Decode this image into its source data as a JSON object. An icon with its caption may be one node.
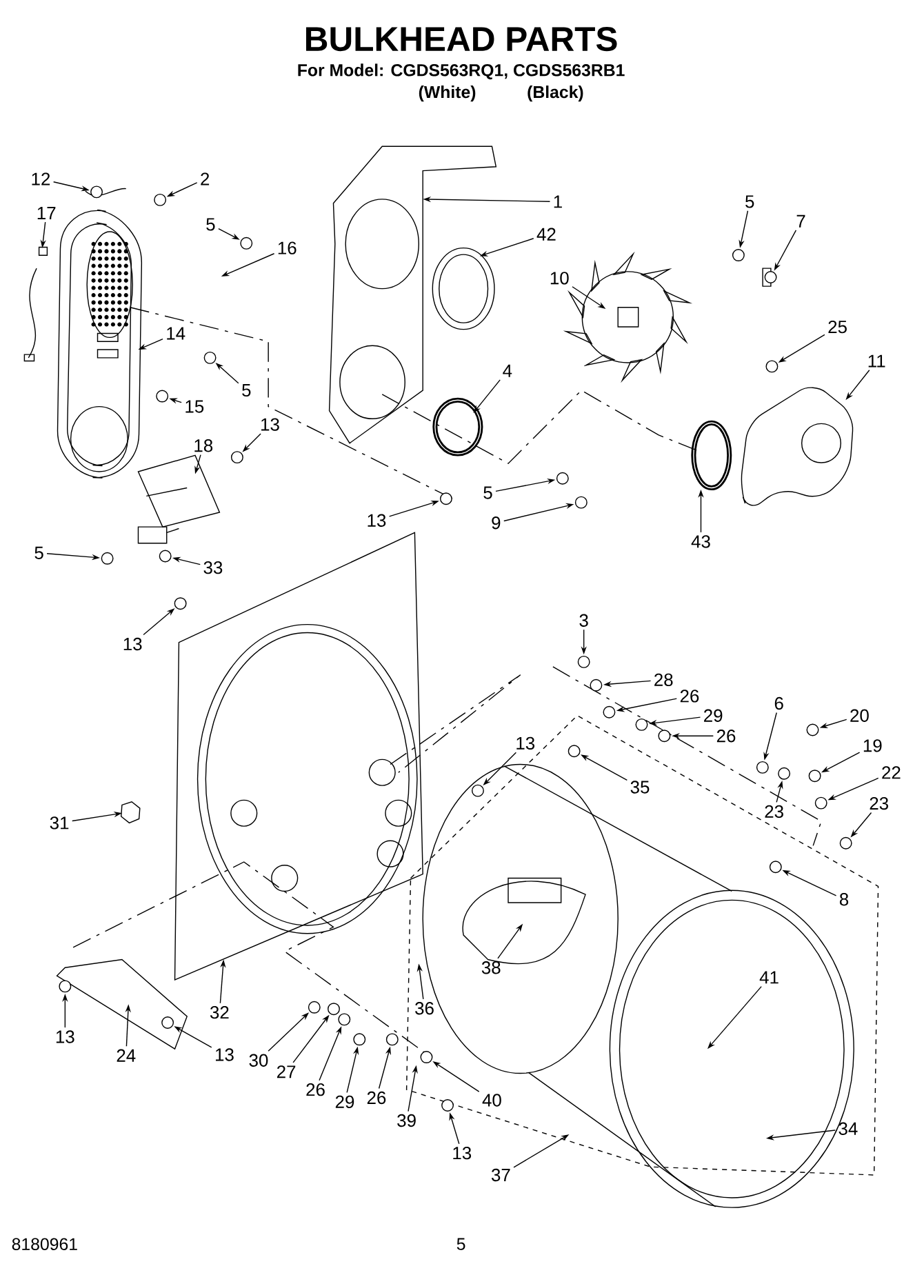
{
  "diagram": {
    "title": "BULKHEAD PARTS",
    "nodes": [
      {
        "text": [
          "1"
        ]
      },
      {
        "text": [
          "42"
        ]
      },
      {
        "text": [
          "12"
        ]
      },
      {
        "text": [
          "2"
        ]
      },
      {
        "text": [
          "17"
        ]
      },
      {
        "text": [
          "5"
        ]
      },
      {
        "text": [
          "16"
        ]
      },
      {
        "text": [
          "14"
        ]
      },
      {
        "text": [
          "5"
        ]
      },
      {
        "text": [
          "15"
        ]
      },
      {
        "text": [
          "13"
        ]
      },
      {
        "text": [
          "18"
        ]
      },
      {
        "text": [
          "5"
        ]
      },
      {
        "text": [
          "33"
        ]
      },
      {
        "text": [
          "13"
        ]
      },
      {
        "text": [
          "4"
        ]
      },
      {
        "text": [
          "5"
        ]
      },
      {
        "text": [
          "7"
        ]
      },
      {
        "text": [
          "10"
        ]
      },
      {
        "text": [
          "25"
        ]
      },
      {
        "text": [
          "11"
        ]
      },
      {
        "text": [
          "5"
        ]
      },
      {
        "text": [
          "9"
        ]
      },
      {
        "text": [
          "43"
        ]
      },
      {
        "text": [
          "13"
        ]
      },
      {
        "text": [
          "3"
        ]
      },
      {
        "text": [
          "28"
        ]
      },
      {
        "text": [
          "26"
        ]
      },
      {
        "text": [
          "29"
        ]
      },
      {
        "text": [
          "26"
        ]
      },
      {
        "text": [
          "6"
        ]
      },
      {
        "text": [
          "20"
        ]
      },
      {
        "text": [
          "23"
        ]
      },
      {
        "text": [
          "19"
        ]
      },
      {
        "text": [
          "22"
        ]
      },
      {
        "text": [
          "23"
        ]
      },
      {
        "text": [
          "13"
        ]
      },
      {
        "text": [
          "35"
        ]
      },
      {
        "text": [
          "31"
        ]
      },
      {
        "text": [
          "8"
        ]
      },
      {
        "text": [
          "38"
        ]
      },
      {
        "text": [
          "36"
        ]
      },
      {
        "text": [
          "41"
        ]
      },
      {
        "text": [
          "32"
        ]
      },
      {
        "text": [
          "13"
        ]
      },
      {
        "text": [
          "24"
        ]
      },
      {
        "text": [
          "13"
        ]
      },
      {
        "text": [
          "30"
        ]
      },
      {
        "text": [
          "27"
        ]
      },
      {
        "text": [
          "26"
        ]
      },
      {
        "text": [
          "29"
        ]
      },
      {
        "text": [
          "26"
        ]
      },
      {
        "text": [
          "39"
        ]
      },
      {
        "text": [
          "40"
        ]
      },
      {
        "text": [
          "13"
        ]
      },
      {
        "text": [
          "37"
        ]
      },
      {
        "text": [
          "34"
        ]
      }
    ],
    "edges": [
      {
        "from": 0,
        "to": null,
        "arrow": "to"
      },
      {
        "from": 1,
        "to": null,
        "arrow": "to"
      },
      {
        "from": 2,
        "to": null,
        "arrow": "to"
      },
      {
        "from": 3,
        "to": null,
        "arrow": "to"
      },
      {
        "from": 4,
        "to": null,
        "arrow": "to"
      },
      {
        "from": 5,
        "to": null,
        "arrow": "to"
      },
      {
        "from": 6,
        "to": null,
        "arrow": "to"
      },
      {
        "from": 7,
        "to": null,
        "arrow": "to"
      },
      {
        "from": 8,
        "to": null,
        "arrow": "to"
      },
      {
        "from": 9,
        "to": null,
        "arrow": "to"
      },
      {
        "from": 10,
        "to": null,
        "arrow": "to"
      },
      {
        "from": 11,
        "to": null,
        "arrow": "to"
      },
      {
        "from": 12,
        "to": null,
        "arrow": "to"
      },
      {
        "from": 13,
        "to": null,
        "arrow": "to"
      },
      {
        "from": 14,
        "to": null,
        "arrow": "to"
      },
      {
        "from": 15,
        "to": null,
        "arrow": "to"
      },
      {
        "from": 16,
        "to": null,
        "arrow": "to"
      },
      {
        "from": 17,
        "to": null,
        "arrow": "to"
      },
      {
        "from": 18,
        "to": null,
        "arrow": "to"
      },
      {
        "from": 19,
        "to": null,
        "arrow": "to"
      },
      {
        "from": 20,
        "to": null,
        "arrow": "to"
      },
      {
        "from": 21,
        "to": null,
        "arrow": "to"
      },
      {
        "from": 22,
        "to": null,
        "arrow": "to"
      },
      {
        "from": 23,
        "to": null,
        "arrow": "to"
      },
      {
        "from": 24,
        "to": null,
        "arrow": "to"
      },
      {
        "from": 25,
        "to": null,
        "arrow": "to"
      },
      {
        "from": 26,
        "to": null,
        "arrow": "to"
      },
      {
        "from": 27,
        "to": null,
        "arrow": "to"
      },
      {
        "from": 28,
        "to": null,
        "arrow": "to"
      },
      {
        "from": 29,
        "to": null,
        "arrow": "to"
      },
      {
        "from": 30,
        "to": null,
        "arrow": "to"
      },
      {
        "from": 31,
        "to": null,
        "arrow": "to"
      },
      {
        "from": 32,
        "to": null,
        "arrow": "to"
      },
      {
        "from": 33,
        "to": null,
        "arrow": "to"
      },
      {
        "from": 34,
        "to": null,
        "arrow": "to"
      },
      {
        "from": 35,
        "to": null,
        "arrow": "to"
      },
      {
        "from": 36,
        "to": null,
        "arrow": "to"
      },
      {
        "from": 37,
        "to": null,
        "arrow": "to"
      },
      {
        "from": 38,
        "to": null,
        "arrow": "to"
      },
      {
        "from": 39,
        "to": null,
        "arrow": "to"
      },
      {
        "from": 40,
        "to": null,
        "arrow": "to"
      },
      {
        "from": 41,
        "to": null,
        "arrow": "to"
      },
      {
        "from": 42,
        "to": null,
        "arrow": "to"
      },
      {
        "from": 43,
        "to": null,
        "arrow": "to"
      },
      {
        "from": 44,
        "to": null,
        "arrow": "to"
      },
      {
        "from": 45,
        "to": null,
        "arrow": "to"
      },
      {
        "from": 46,
        "to": null,
        "arrow": "to"
      },
      {
        "from": 47,
        "to": null,
        "arrow": "to"
      },
      {
        "from": 48,
        "to": null,
        "arrow": "to"
      },
      {
        "from": 49,
        "to": null,
        "arrow": "to"
      },
      {
        "from": 50,
        "to": null,
        "arrow": "to"
      },
      {
        "from": 51,
        "to": null,
        "arrow": "to"
      },
      {
        "from": 52,
        "to": null,
        "arrow": "to"
      },
      {
        "from": 53,
        "to": null,
        "arrow": "to"
      },
      {
        "from": 54,
        "to": null,
        "arrow": "to"
      },
      {
        "from": 55,
        "to": null,
        "arrow": "to"
      },
      {
        "from": 56,
        "to": null,
        "arrow": "to"
      }
    ],
    "labels": [
      "For Model: CGDS563RQ1, CGDS563RB1",
      "(White)",
      "(Black)",
      "8180961",
      "5"
    ]
  }
}
